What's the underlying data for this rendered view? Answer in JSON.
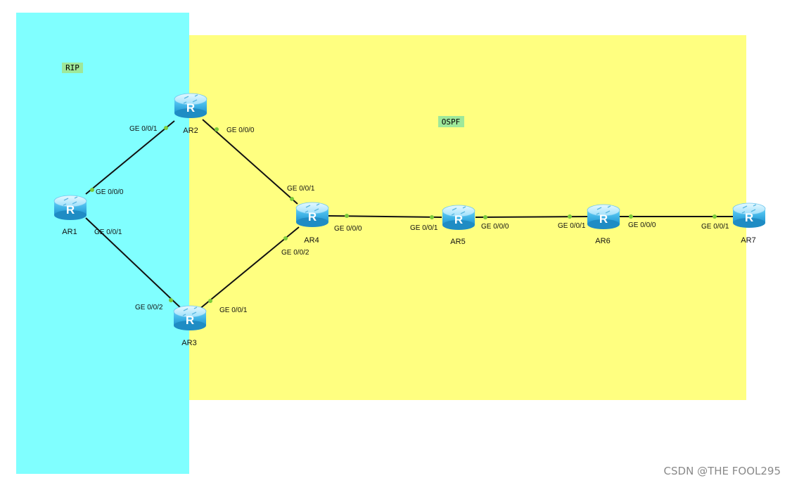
{
  "colors": {
    "rip_area": "#80ffff",
    "ospf_area": "#ffff80",
    "label_bg": "#9ee89a",
    "link": "#111111",
    "port_dot": "#7ccb3a",
    "router_top": "#c9f1ff",
    "router_body": "#3bb7ec",
    "router_dark": "#1f8cc4"
  },
  "areas": {
    "rip_label": "RIP",
    "ospf_label": "OSPF"
  },
  "routers": {
    "ar1": "AR1",
    "ar2": "AR2",
    "ar3": "AR3",
    "ar4": "AR4",
    "ar5": "AR5",
    "ar6": "AR6",
    "ar7": "AR7"
  },
  "ports": {
    "ar1_ge000": "GE 0/0/0",
    "ar1_ge001": "GE 0/0/1",
    "ar2_ge001": "GE 0/0/1",
    "ar2_ge000": "GE 0/0/0",
    "ar3_ge002": "GE 0/0/2",
    "ar3_ge001": "GE 0/0/1",
    "ar4_ge001": "GE 0/0/1",
    "ar4_ge002": "GE 0/0/2",
    "ar4_ge000": "GE 0/0/0",
    "ar5_ge001": "GE 0/0/1",
    "ar5_ge000": "GE 0/0/0",
    "ar6_ge001": "GE 0/0/1",
    "ar6_ge000": "GE 0/0/0",
    "ar7_ge001": "GE 0/0/1"
  },
  "router_icon_letter": "R",
  "watermark": "CSDN @THE FOOL295"
}
